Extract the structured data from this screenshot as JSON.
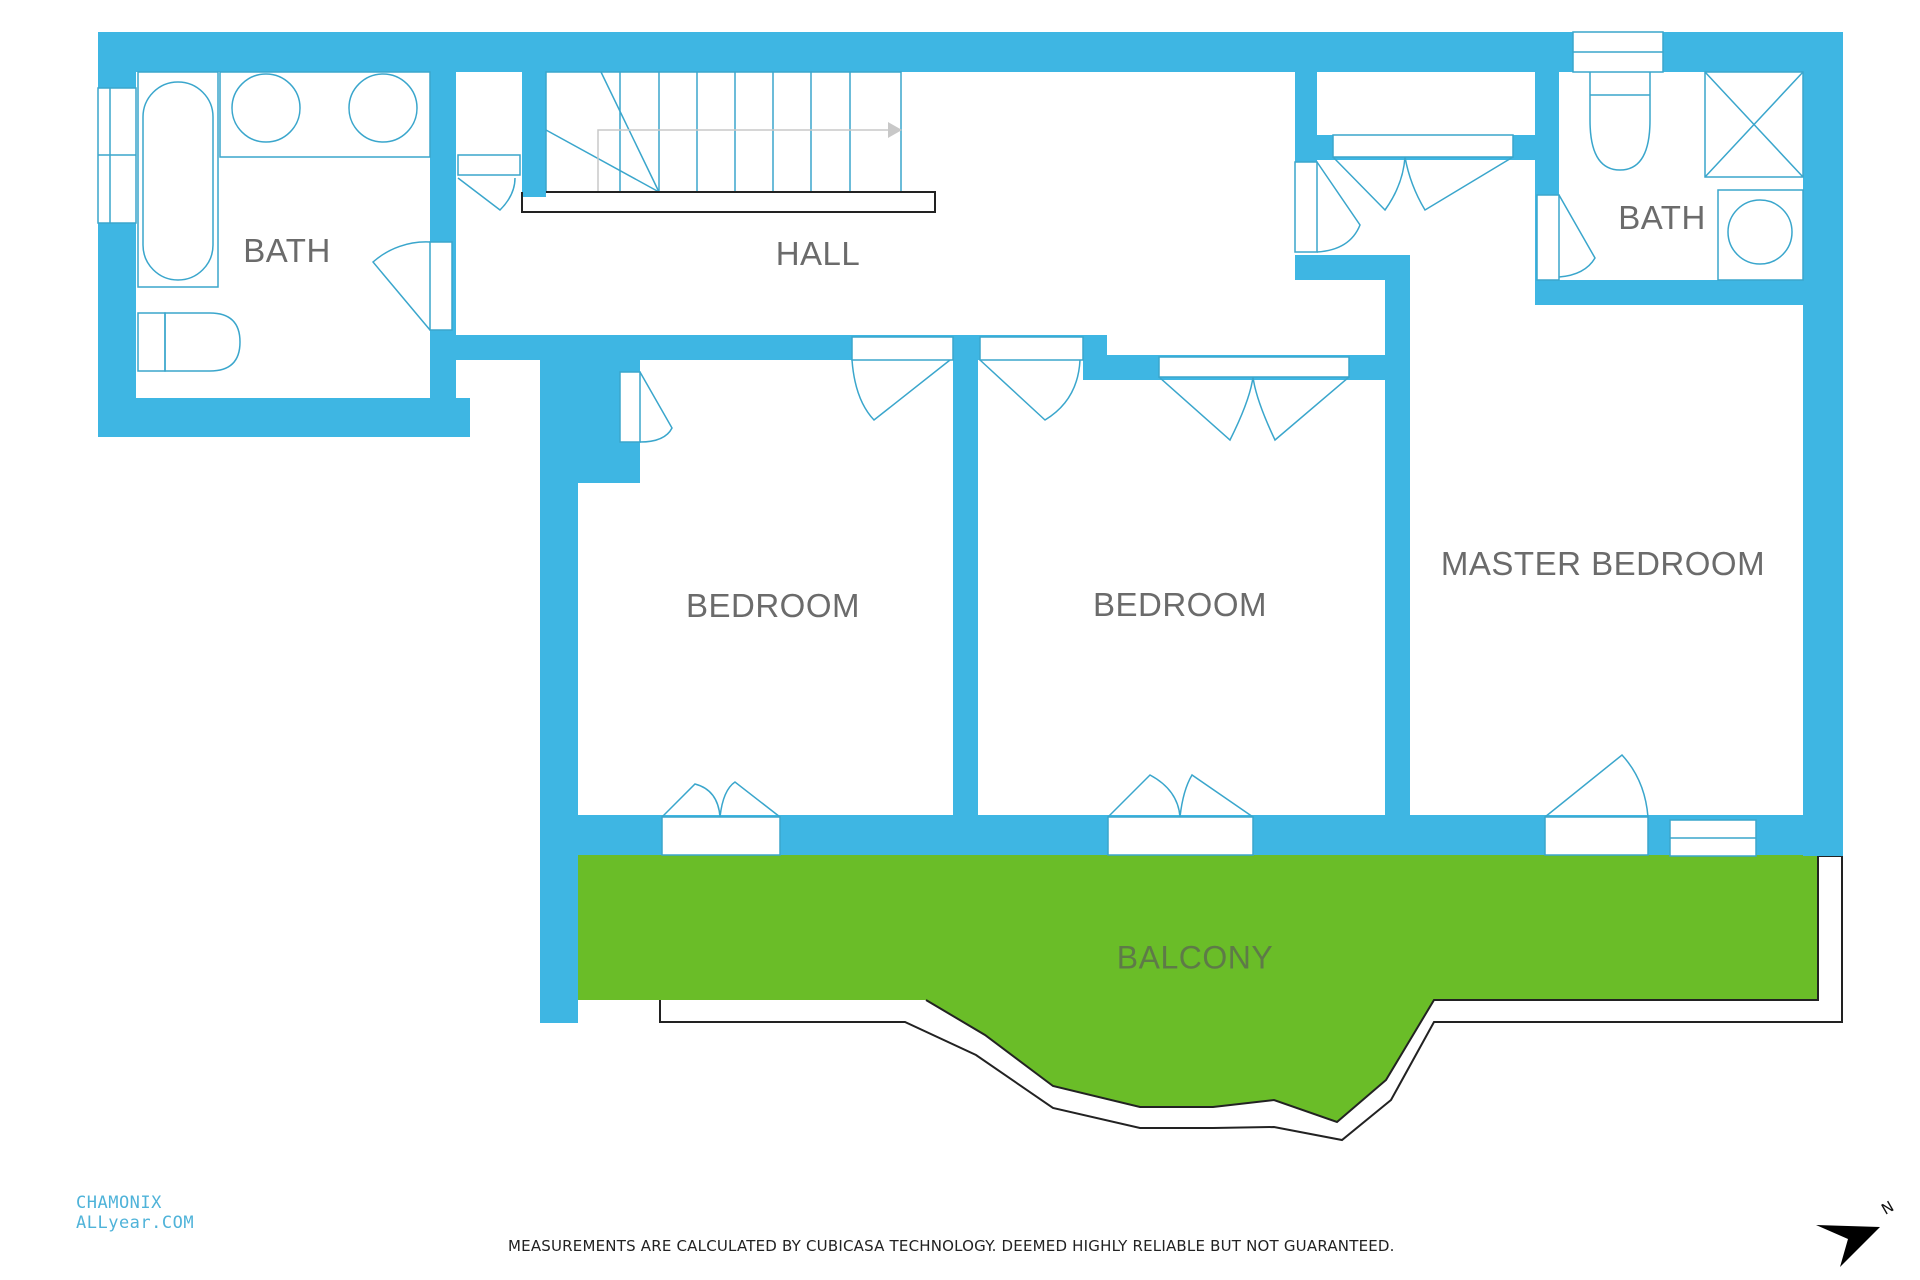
{
  "plan": {
    "wall_color": "#3eb6e3",
    "balcony_color": "#6abd28",
    "fixture_line_color": "#3aa6cc",
    "label_color": "#6b6b6b"
  },
  "rooms": {
    "bath_left": "BATH",
    "hall": "HALL",
    "bath_right": "BATH",
    "bedroom_1": "BEDROOM",
    "bedroom_2": "BEDROOM",
    "master_bedroom": "MASTER BEDROOM",
    "balcony": "BALCONY"
  },
  "footer": {
    "disclaimer": "MEASUREMENTS ARE CALCULATED BY CUBICASA TECHNOLOGY. DEEMED HIGHLY RELIABLE BUT NOT GUARANTEED.",
    "logo_line1": "CHAMONIX",
    "logo_line2": "ALLyear.COM",
    "compass_label": "N"
  }
}
